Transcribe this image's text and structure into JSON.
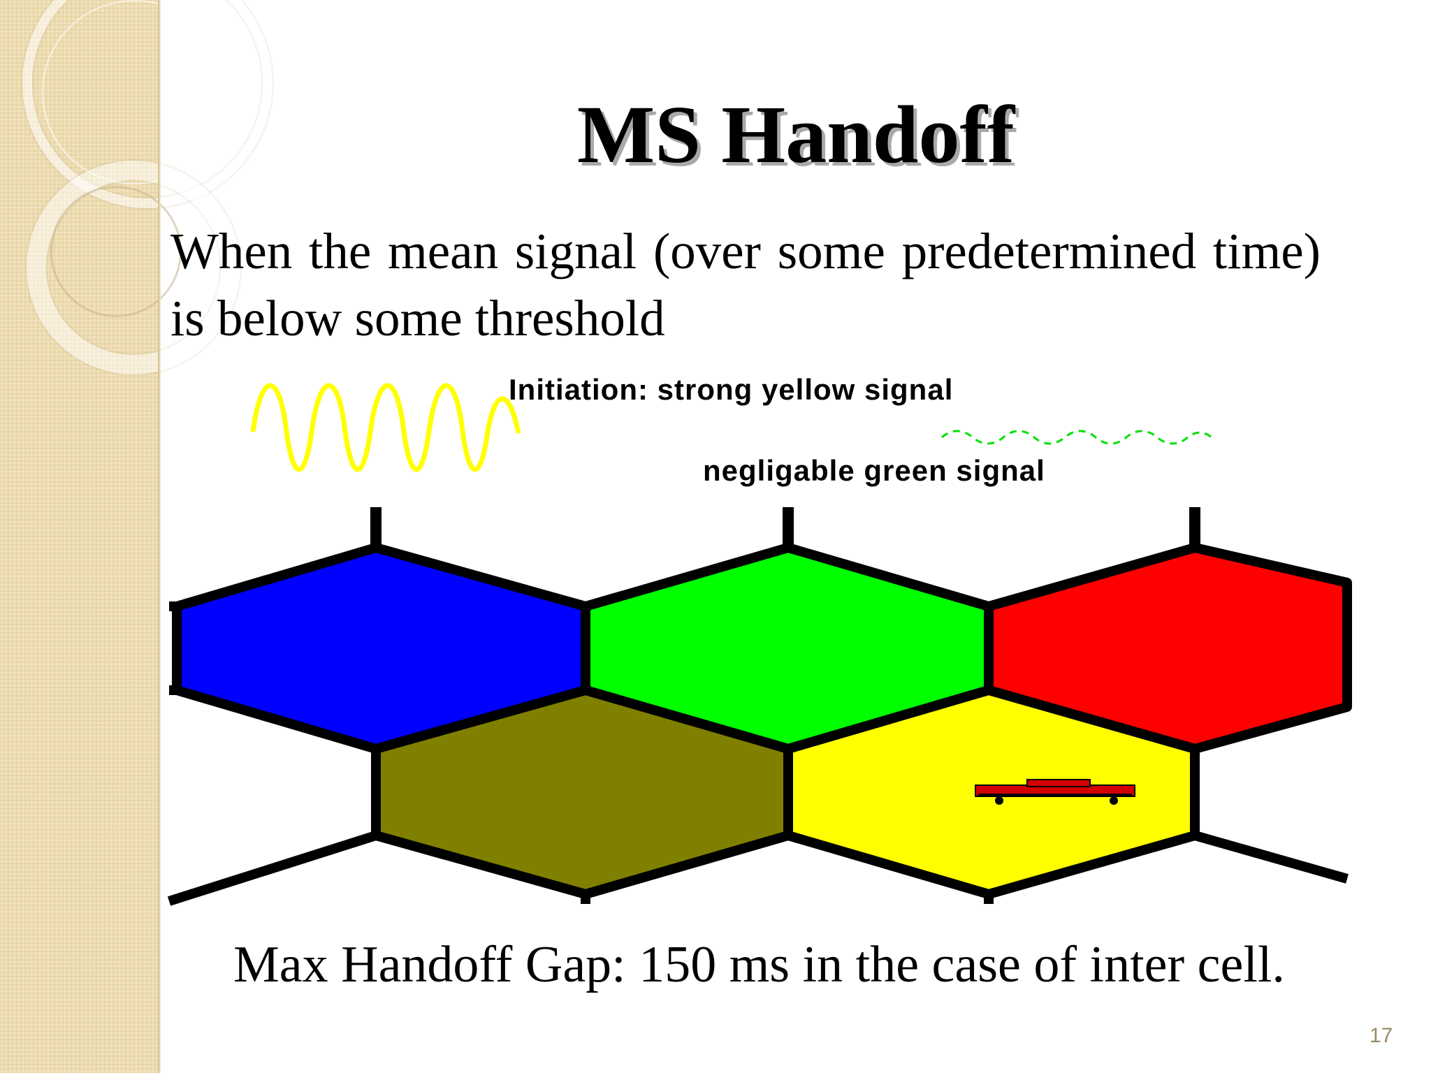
{
  "slide": {
    "title": "MS Handoff",
    "body": "When the mean signal (over some predetermined time) is below some threshold",
    "diagram": {
      "initiation_label": "Initiation: strong yellow signal",
      "green_label": "negligable green signal",
      "cell_colors": {
        "blue": "#0000ff",
        "green": "#00ff00",
        "red": "#ff0000",
        "olive": "#808000",
        "yellow": "#ffff00"
      },
      "icons": [
        "yellow-signal-wave-icon",
        "green-signal-wave-icon",
        "antenna-icon",
        "car-icon"
      ]
    },
    "footer": "Max Handoff Gap: 150 ms in the case of inter cell.",
    "slide_number": "17"
  }
}
